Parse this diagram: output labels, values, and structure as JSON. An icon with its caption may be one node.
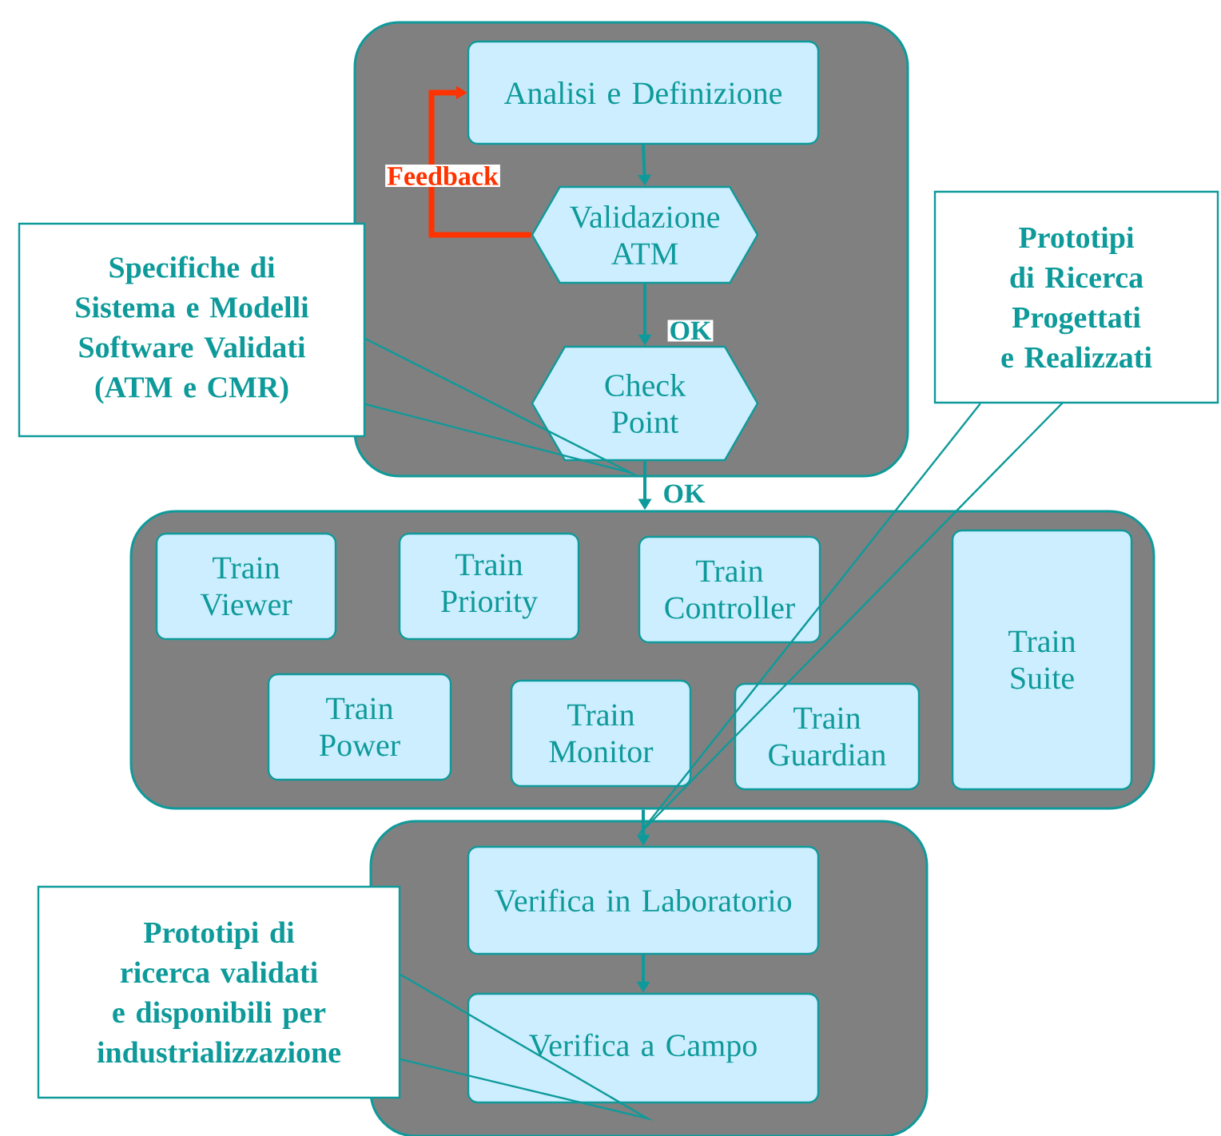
{
  "diagram": {
    "nodes": [
      {
        "text": [],
        "shape": "box"
      },
      {
        "text": [
          "Analisi e Definizione"
        ],
        "in": 0
      },
      {
        "text": [
          "Validazione ATM"
        ],
        "in": 0
      },
      {
        "text": [
          "Check Point"
        ],
        "in": 0
      },
      {
        "text": [],
        "shape": "box"
      },
      {
        "text": [
          "Train Viewer"
        ],
        "in": 4
      },
      {
        "text": [
          "Train Priority"
        ],
        "in": 4
      },
      {
        "text": [
          "Train Controller"
        ],
        "in": 4
      },
      {
        "text": [
          "Train Power"
        ],
        "in": 4
      },
      {
        "text": [
          "Train Monitor"
        ],
        "in": 4
      },
      {
        "text": [
          "Train Guardian"
        ],
        "in": 4
      },
      {
        "text": [
          "Train Suite"
        ],
        "in": 4
      },
      {
        "text": [],
        "shape": "box"
      },
      {
        "text": [
          "Verifica in Laboratorio"
        ],
        "in": 12
      },
      {
        "text": [
          "Verifica a Campo"
        ],
        "in": 12
      },
      {
        "text": [
          "Specifiche di Sistema e Modelli Software Validati (ATM e CMR)"
        ]
      },
      {
        "text": [
          "Prototipi di Ricerca Progettati e Realizzati"
        ]
      },
      {
        "text": [
          "Prototipi di ricerca validati e disponibili per industrializzazione"
        ]
      }
    ],
    "edges": [
      {
        "from": 1,
        "to": 2,
        "arrow": "to"
      },
      {
        "from": 2,
        "to": 3,
        "arrow": "to",
        "label": "OK"
      },
      {
        "from": 3,
        "to": 4,
        "arrow": "to",
        "label": "OK"
      },
      {
        "from": 2,
        "to": 1,
        "arrow": "to",
        "label": "Feedback",
        "style": "thick",
        "color": "#ff3300"
      },
      {
        "from": 4,
        "to": 13,
        "arrow": "to"
      },
      {
        "from": 13,
        "to": 14,
        "arrow": "to"
      },
      {
        "from": 15,
        "to": null,
        "arrow": "none"
      },
      {
        "from": 16,
        "to": null,
        "arrow": "none"
      },
      {
        "from": 17,
        "to": null,
        "arrow": "none"
      }
    ]
  }
}
